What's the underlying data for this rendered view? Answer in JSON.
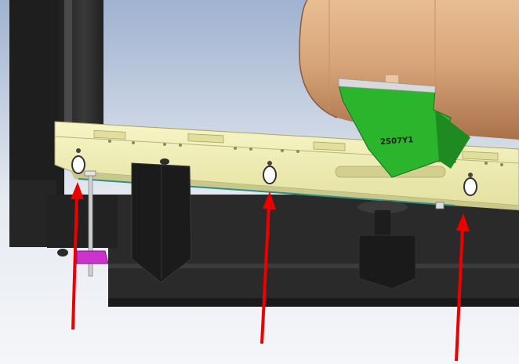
{
  "scene": {
    "kind": "cad-render",
    "description_short": "",
    "colors": {
      "sky_top": "#9fb2cf",
      "sky_bottom": "#f2f4f8",
      "frame_dark": "#2b2b2b",
      "frame_black": "#151515",
      "rail_yellow": "#f3f1b7",
      "rail_shadow": "#c9c78a",
      "tank_copper": "#d8a57a",
      "tank_shadow": "#b97f56",
      "saddle_green": "#29b52b",
      "clamp_purple": "#cc33cc",
      "arrow_red": "#ee0000"
    },
    "markings": {
      "saddle_label": "2S07Y1"
    },
    "arrows": [
      {
        "name": "arrow-left"
      },
      {
        "name": "arrow-middle"
      },
      {
        "name": "arrow-right"
      }
    ]
  }
}
